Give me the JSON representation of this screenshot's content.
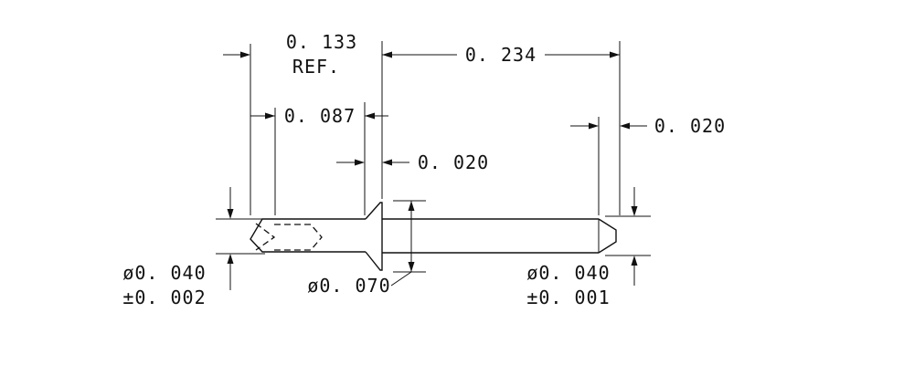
{
  "drawing": {
    "dims": {
      "ref_length": "0. 133",
      "ref_label": "REF.",
      "overall_length": "0. 234",
      "nose_length": "0. 087",
      "flange_thickness": "0. 020",
      "chamfer_length": "0. 020",
      "nose_diameter": "ø0. 040",
      "nose_tolerance": "±0. 002",
      "flange_diameter": "ø0. 070",
      "shank_diameter": "ø0. 040",
      "shank_tolerance": "±0. 001"
    }
  }
}
